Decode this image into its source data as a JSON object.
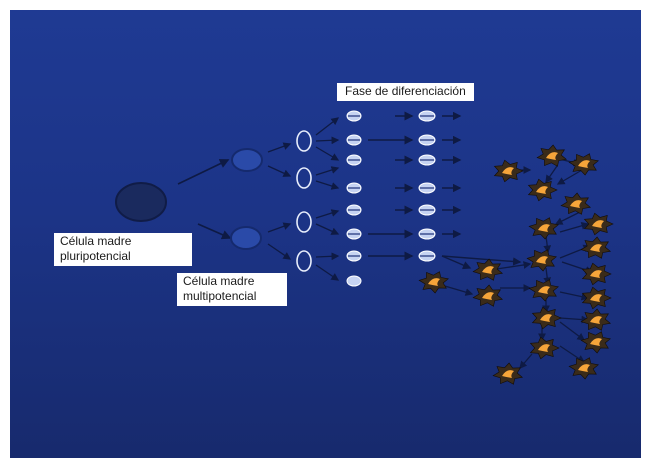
{
  "labels": {
    "differentiation_phase": "Fase de diferenciación",
    "pluripotent": [
      "Célula madre",
      "pluripotencial"
    ],
    "multipotent": [
      "Célula madre",
      "multipotencial"
    ]
  },
  "colors": {
    "background": "#1c3487",
    "pluripotent_cell": "#1a2a5e",
    "multipotent_cell": "#2a4aa8",
    "progenitor_outline": "#e8eefc",
    "blast_cell": "#c6d3f2",
    "mature_cell_body": "#3a2b1a",
    "mature_cell_nucleus": "#f6a53a"
  }
}
